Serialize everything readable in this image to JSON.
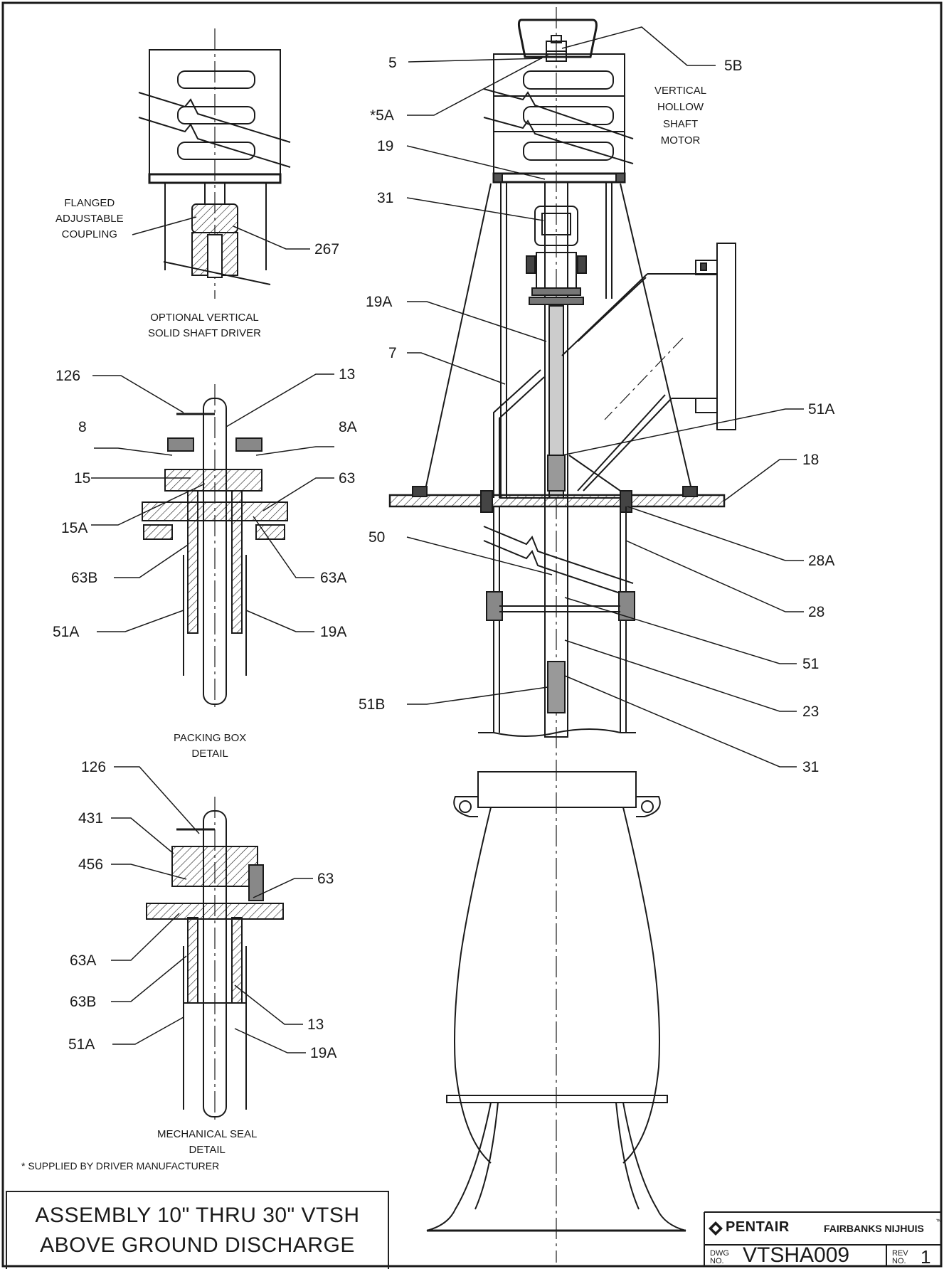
{
  "drawing": {
    "title_line1": "ASSEMBLY 10\" THRU 30\" VTSH",
    "title_line2": "ABOVE GROUND DISCHARGE",
    "footnote": "*  SUPPLIED BY DRIVER MANUFACTURER",
    "company": "PENTAIR",
    "brand": "FAIRBANKS NIJHUIS",
    "brand_tm": "™",
    "dwg_no_label_1": "DWG",
    "dwg_no_label_2": "NO.",
    "dwg_no": "VTSHA009",
    "rev_label_1": "REV",
    "rev_label_2": "NO.",
    "rev_no": "1"
  },
  "captions": {
    "motor": [
      "VERTICAL",
      "HOLLOW",
      "SHAFT",
      "MOTOR"
    ],
    "coupling": [
      "FLANGED",
      "ADJUSTABLE",
      "COUPLING"
    ],
    "solid_shaft": [
      "OPTIONAL VERTICAL",
      "SOLID SHAFT DRIVER"
    ],
    "packing_box": [
      "PACKING BOX",
      "DETAIL"
    ],
    "mech_seal": [
      "MECHANICAL SEAL",
      "DETAIL"
    ]
  },
  "callouts": {
    "main": {
      "c5": "5",
      "c5B": "5B",
      "c5A": "*5A",
      "c19": "19",
      "c31a": "31",
      "c19A": "19A",
      "c7": "7",
      "c51A": "51A",
      "c18": "18",
      "c50": "50",
      "c28A": "28A",
      "c28": "28",
      "c51": "51",
      "c51B": "51B",
      "c23": "23",
      "c31b": "31"
    },
    "solid_shaft": {
      "c267": "267"
    },
    "packing_box": {
      "c126": "126",
      "c13": "13",
      "c8": "8",
      "c8A": "8A",
      "c15": "15",
      "c63": "63",
      "c15A": "15A",
      "c63B": "63B",
      "c63A": "63A",
      "c51A": "51A",
      "c19A": "19A"
    },
    "mech_seal": {
      "c126": "126",
      "c431": "431",
      "c456": "456",
      "c63": "63",
      "c63A": "63A",
      "c63B": "63B",
      "c13": "13",
      "c51A": "51A",
      "c19A": "19A"
    }
  },
  "colors": {
    "ink": "#1a1a1a",
    "paper": "#ffffff"
  },
  "icons": {
    "logo": "pentair-diamond-icon"
  }
}
